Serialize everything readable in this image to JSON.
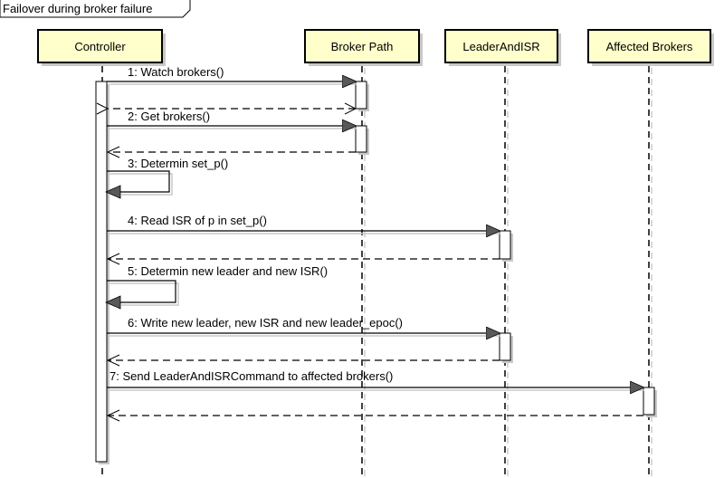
{
  "frame": {
    "title": "Failover during broker failure"
  },
  "participants": [
    {
      "name": "Controller"
    },
    {
      "name": "Broker Path"
    },
    {
      "name": "LeaderAndISR"
    },
    {
      "name": "Affected Brokers"
    }
  ],
  "messages": [
    {
      "label": "1: Watch brokers()"
    },
    {
      "label": "2: Get brokers()"
    },
    {
      "label": "3: Determin set_p()"
    },
    {
      "label": "4: Read ISR of p in set_p()"
    },
    {
      "label": "5: Determin new leader and new ISR()"
    },
    {
      "label": "6: Write new leader, new ISR and new leader_epoc()"
    },
    {
      "label": "7: Send LeaderAndISRCommand to affected brokers()"
    }
  ],
  "colors": {
    "participant_fill": "#ffffcc",
    "stroke": "#000000",
    "shadow": "#c8c8c8"
  }
}
